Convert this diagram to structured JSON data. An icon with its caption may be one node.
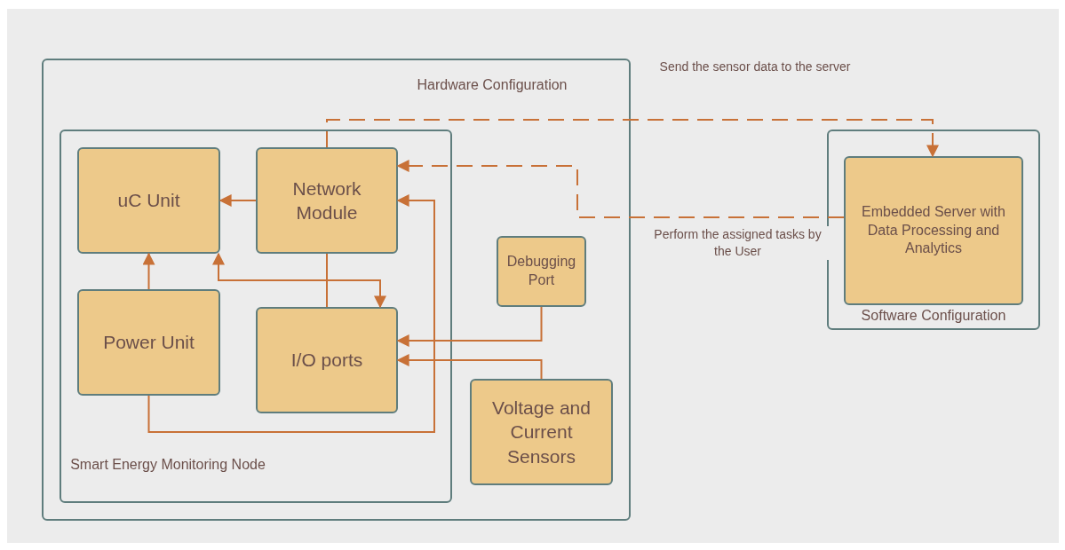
{
  "diagram": {
    "nodes": [
      {
        "text": [
          "Hardware Configuration"
        ]
      },
      {
        "text": [
          "Smart Energy Monitoring Node"
        ],
        "in": 0
      },
      {
        "text": [
          "uC Unit"
        ],
        "in": 1
      },
      {
        "text": [
          "Network Module"
        ],
        "in": 1
      },
      {
        "text": [
          "Power Unit"
        ],
        "in": 1
      },
      {
        "text": [
          "I/O ports"
        ],
        "in": 1
      },
      {
        "text": [
          "Debugging Port"
        ],
        "in": 0
      },
      {
        "text": [
          "Voltage and Current Sensors"
        ],
        "in": 0
      },
      {
        "text": [
          "Software Configuration"
        ]
      },
      {
        "text": [
          "Embedded Server with Data Processing and Analytics"
        ],
        "in": 8
      }
    ],
    "edges": [
      {
        "from": 3,
        "to": 2,
        "arrow": "to"
      },
      {
        "from": 4,
        "to": 2,
        "arrow": "to"
      },
      {
        "from": 5,
        "to": 2,
        "arrow": "to"
      },
      {
        "from": 3,
        "to": 5,
        "arrow": "to"
      },
      {
        "from": 4,
        "to": 3,
        "arrow": "to"
      },
      {
        "from": 6,
        "to": 5,
        "arrow": "to"
      },
      {
        "from": 7,
        "to": 5,
        "arrow": "to"
      },
      {
        "from": 3,
        "to": 9,
        "arrow": "to",
        "style": "dashed",
        "label": "Send the sensor data to the server"
      },
      {
        "from": 9,
        "to": 3,
        "arrow": "to",
        "style": "dashed",
        "label": "Perform the assigned tasks by the User"
      }
    ]
  }
}
